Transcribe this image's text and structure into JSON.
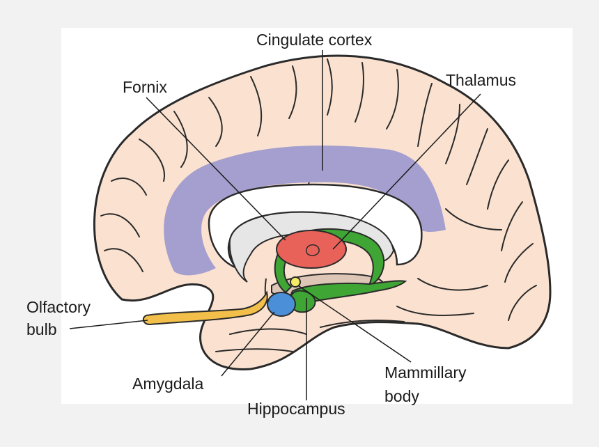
{
  "labels": {
    "cingulate_cortex": "Cingulate cortex",
    "fornix": "Fornix",
    "thalamus": "Thalamus",
    "olfactory_bulb_line1": "Olfactory",
    "olfactory_bulb_line2": "bulb",
    "amygdala": "Amygdala",
    "hippocampus": "Hippocampus",
    "mammillary_body_line1": "Mammillary",
    "mammillary_body_line2": "body"
  },
  "colors": {
    "page_background": "#f2f2f2",
    "panel_background": "#ffffff",
    "brain_tissue": "#fbe2d0",
    "outline": "#2a2a2a",
    "cingulate_cortex": "#a59fcf",
    "corpus_callosum": "#ffffff",
    "ventricle": "#e6e6e6",
    "thalamus": "#e8625a",
    "fornix_hippocampus": "#3fa535",
    "amygdala": "#4b8fd8",
    "olfactory_bulb": "#f2c04a",
    "mammillary_body": "#f4ec66",
    "brainstem_region": "#ddc6b6"
  }
}
